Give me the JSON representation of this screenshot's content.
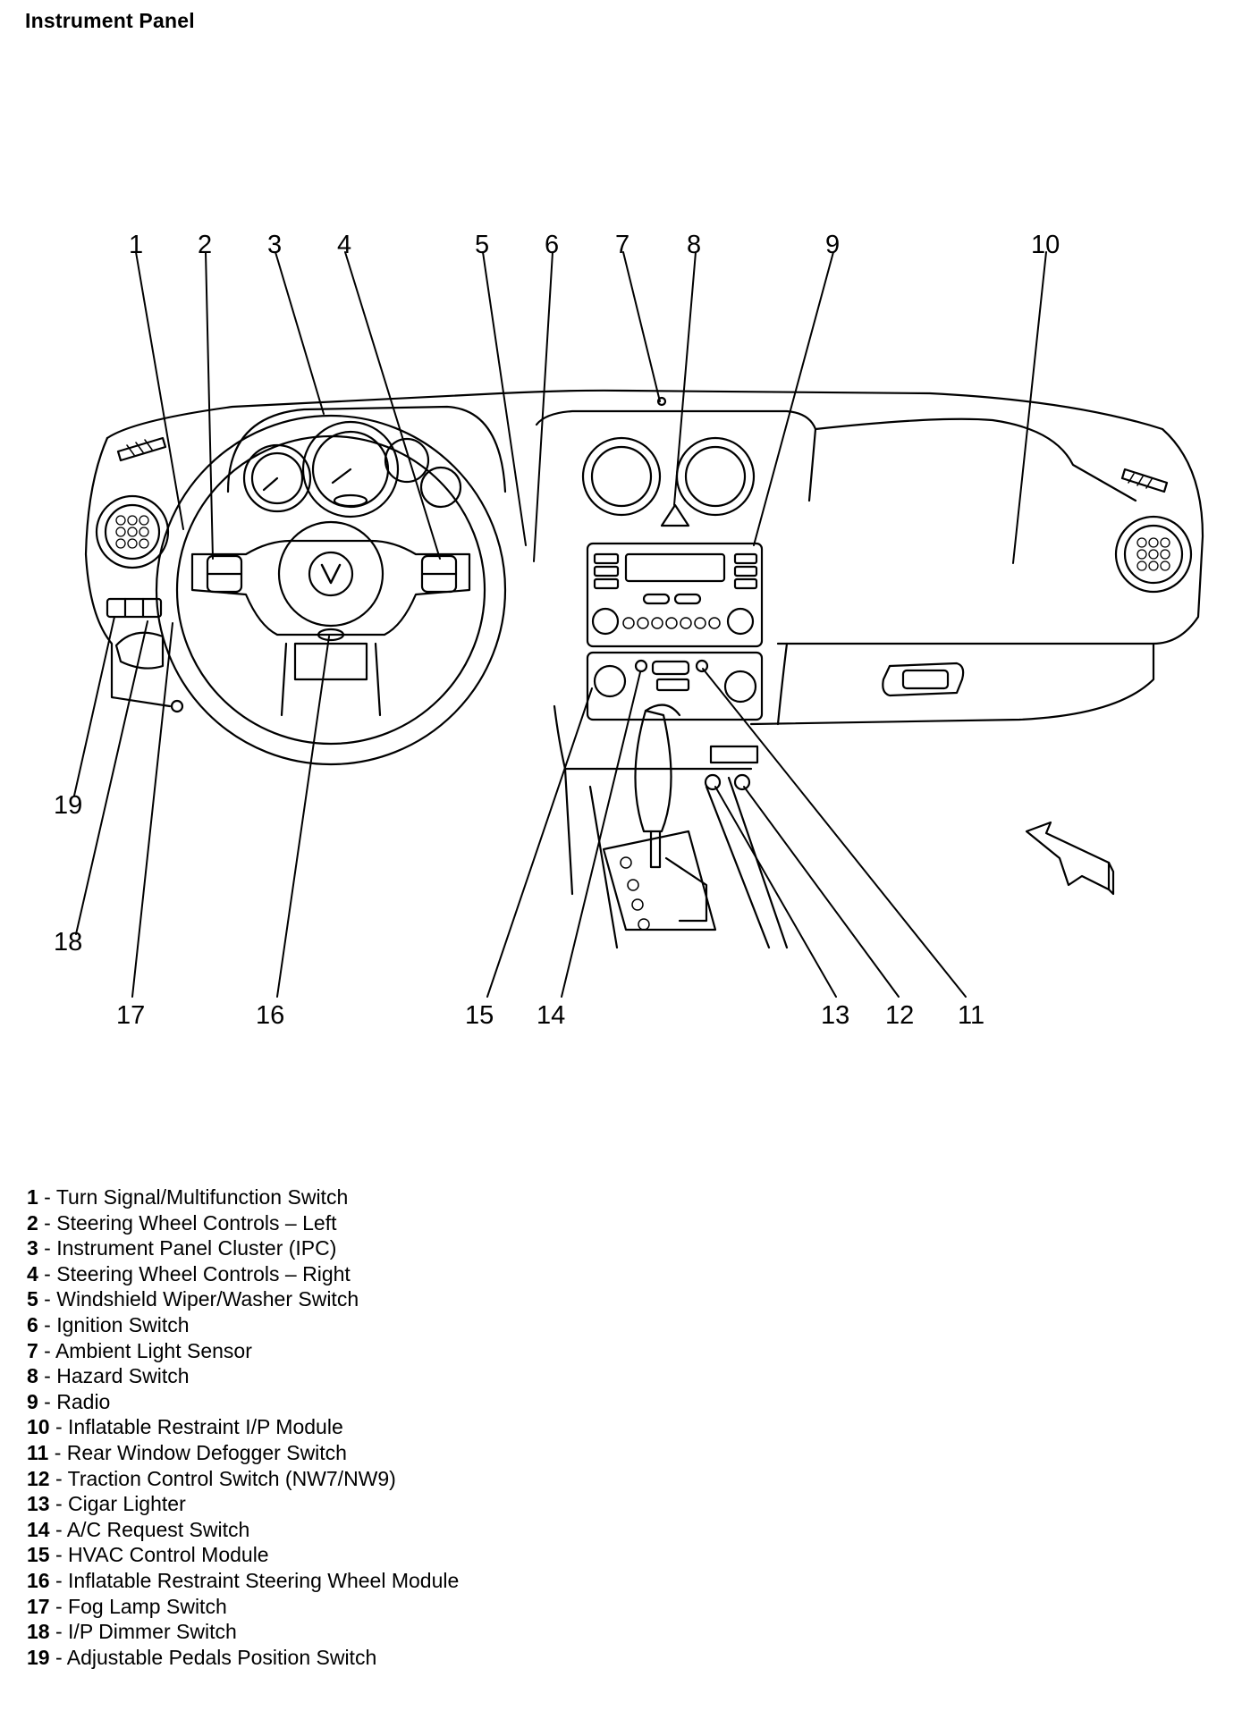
{
  "title": "Instrument Panel",
  "callouts": [
    "1",
    "2",
    "3",
    "4",
    "5",
    "6",
    "7",
    "8",
    "9",
    "10",
    "11",
    "12",
    "13",
    "14",
    "15",
    "16",
    "17",
    "18",
    "19"
  ],
  "legend": [
    {
      "num": "1",
      "label": "Turn Signal/Multifunction Switch"
    },
    {
      "num": "2",
      "label": "Steering Wheel Controls – Left"
    },
    {
      "num": "3",
      "label": "Instrument Panel Cluster (IPC)"
    },
    {
      "num": "4",
      "label": "Steering Wheel Controls – Right"
    },
    {
      "num": "5",
      "label": "Windshield Wiper/Washer Switch"
    },
    {
      "num": "6",
      "label": "Ignition Switch"
    },
    {
      "num": "7",
      "label": "Ambient Light Sensor"
    },
    {
      "num": "8",
      "label": "Hazard Switch"
    },
    {
      "num": "9",
      "label": "Radio"
    },
    {
      "num": "10",
      "label": "Inflatable Restraint I/P Module"
    },
    {
      "num": "11",
      "label": "Rear Window Defogger Switch"
    },
    {
      "num": "12",
      "label": "Traction Control Switch (NW7/NW9)"
    },
    {
      "num": "13",
      "label": "Cigar Lighter"
    },
    {
      "num": "14",
      "label": "A/C Request Switch"
    },
    {
      "num": "15",
      "label": "HVAC Control Module"
    },
    {
      "num": "16",
      "label": "Inflatable Restraint Steering Wheel Module"
    },
    {
      "num": "17",
      "label": "Fog Lamp Switch"
    },
    {
      "num": "18",
      "label": "I/P Dimmer Switch"
    },
    {
      "num": "19",
      "label": "Adjustable Pedals Position Switch"
    }
  ],
  "colors": {
    "ink": "#000000",
    "background": "#ffffff"
  }
}
